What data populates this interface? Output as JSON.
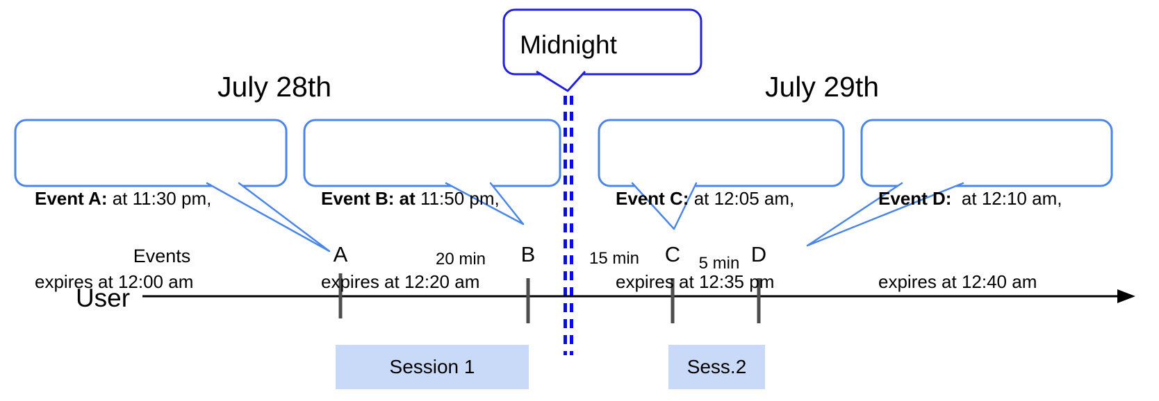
{
  "dates": {
    "left": "July 28th",
    "right": "July 29th"
  },
  "midnight_label": "Midnight",
  "axis": {
    "events_label": "Events",
    "user_label": "User"
  },
  "callouts": [
    {
      "event": "A",
      "bold": "Event A:",
      "rest": " at 11:30 pm,",
      "line2": "expires at 12:00 am"
    },
    {
      "event": "B",
      "bold": "Event B: at",
      "rest": " 11:50 pm,",
      "line2": "expires at 12:20 am"
    },
    {
      "event": "C",
      "bold": "Event C:",
      "rest": " at 12:05 am,",
      "line2": "expires at 12:35 pm"
    },
    {
      "event": "D",
      "bold": "Event D: ",
      "rest": " at 12:10 am,",
      "line2": "expires at 12:40 am"
    }
  ],
  "timeline": {
    "ticks": [
      "A",
      "B",
      "C",
      "D"
    ],
    "intervals": [
      "20 min",
      "15 min",
      "5 min"
    ]
  },
  "sessions": [
    {
      "label": "Session 1"
    },
    {
      "label": "Sess.2"
    }
  ],
  "colors": {
    "callout-border": "#4a86e8",
    "midnight-border": "#2222dd",
    "dash-blue": "#0a0aef",
    "tick-gray": "#4d4d4d",
    "session-fill": "#c9daf8",
    "line-black": "#000000"
  }
}
